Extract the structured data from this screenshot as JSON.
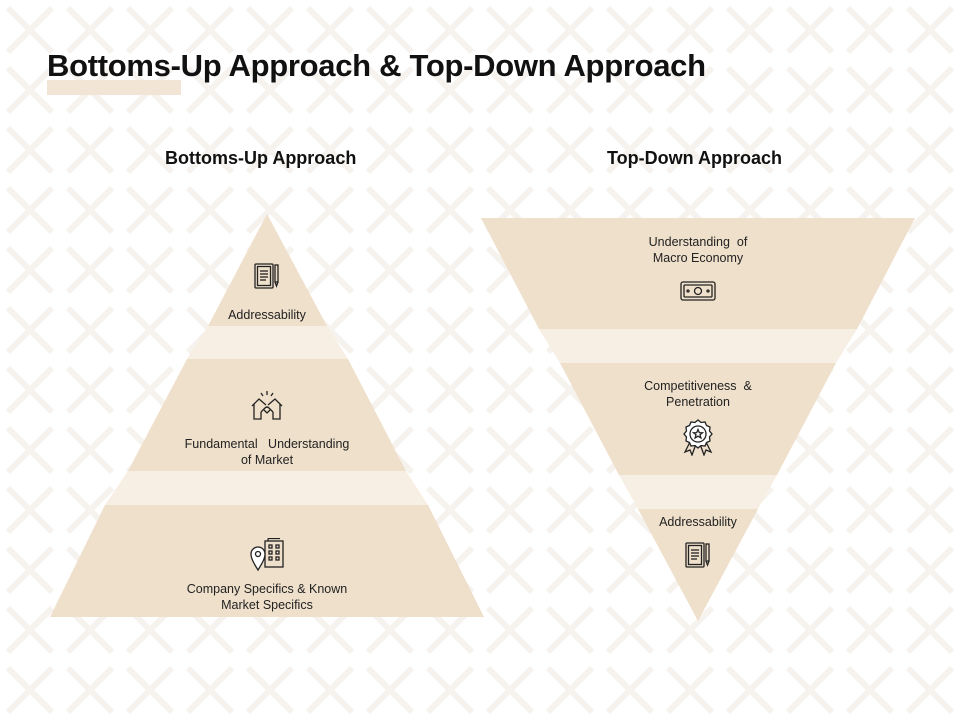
{
  "slide": {
    "title": "Bottoms-Up Approach & Top-Down Approach"
  },
  "bottoms_up": {
    "heading": "Bottoms-Up Approach",
    "levels": [
      {
        "label": "Addressability",
        "icon": "document-pen-icon"
      },
      {
        "label_line1": "Fundamental   Understanding",
        "label_line2": "of Market",
        "icon": "handshake-house-icon"
      },
      {
        "label_line1": "Company Specifics & Known",
        "label_line2": "Market Specifics",
        "icon": "location-building-icon"
      }
    ]
  },
  "top_down": {
    "heading": "Top-Down Approach",
    "levels": [
      {
        "label_line1": "Understanding  of",
        "label_line2": "Macro Economy",
        "icon": "banknote-icon"
      },
      {
        "label_line1": "Competitiveness  &",
        "label_line2": "Penetration",
        "icon": "award-badge-icon"
      },
      {
        "label": "Addressability",
        "icon": "document-pen-icon"
      }
    ]
  },
  "colors": {
    "shape_fill": "#efe0cb",
    "connector_fill": "#f7efe4",
    "title_accent": "#f2e5d5",
    "icon_stroke": "#222222"
  }
}
